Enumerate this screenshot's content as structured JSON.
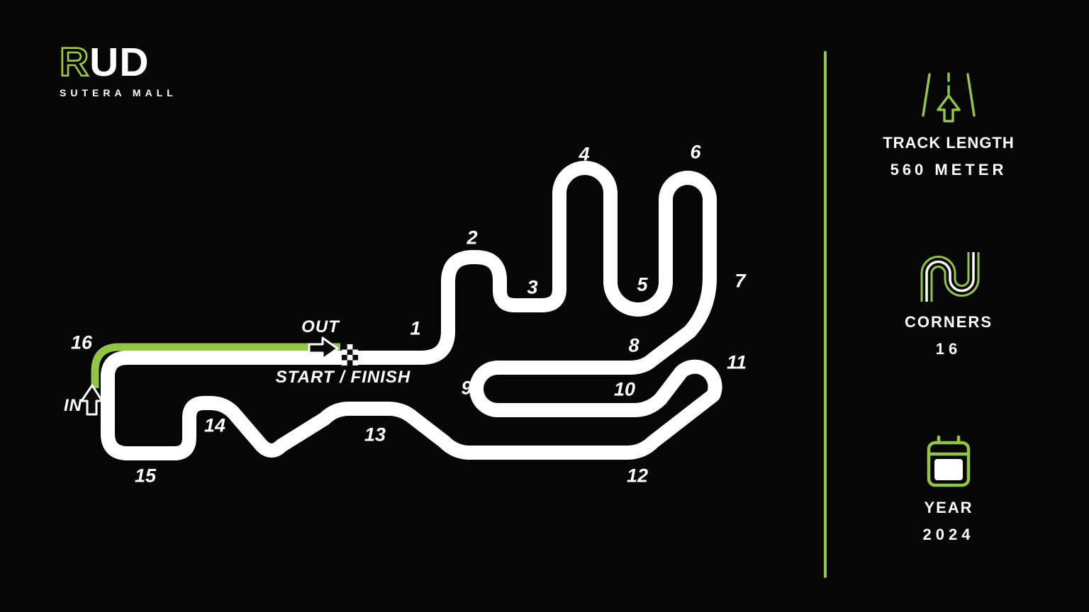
{
  "logo": {
    "brand_outline_letter": "R",
    "brand_solid_letters": "UD",
    "subtitle": "SUTERA MALL"
  },
  "map": {
    "out_label": "OUT",
    "in_label": "IN",
    "start_finish_label": "START / FINISH",
    "corners": [
      "1",
      "2",
      "3",
      "4",
      "5",
      "6",
      "7",
      "8",
      "9",
      "10",
      "11",
      "12",
      "13",
      "14",
      "15",
      "16"
    ]
  },
  "stats": [
    {
      "icon": "road-icon",
      "label": "TRACK LENGTH",
      "value": "560 METER"
    },
    {
      "icon": "corners-icon",
      "label": "CORNERS",
      "value": "16"
    },
    {
      "icon": "calendar-icon",
      "label": "YEAR",
      "value": "2024"
    }
  ],
  "colors": {
    "accent_green": "#93C544",
    "track_white": "#FFFFFF",
    "background_black": "#060606"
  }
}
